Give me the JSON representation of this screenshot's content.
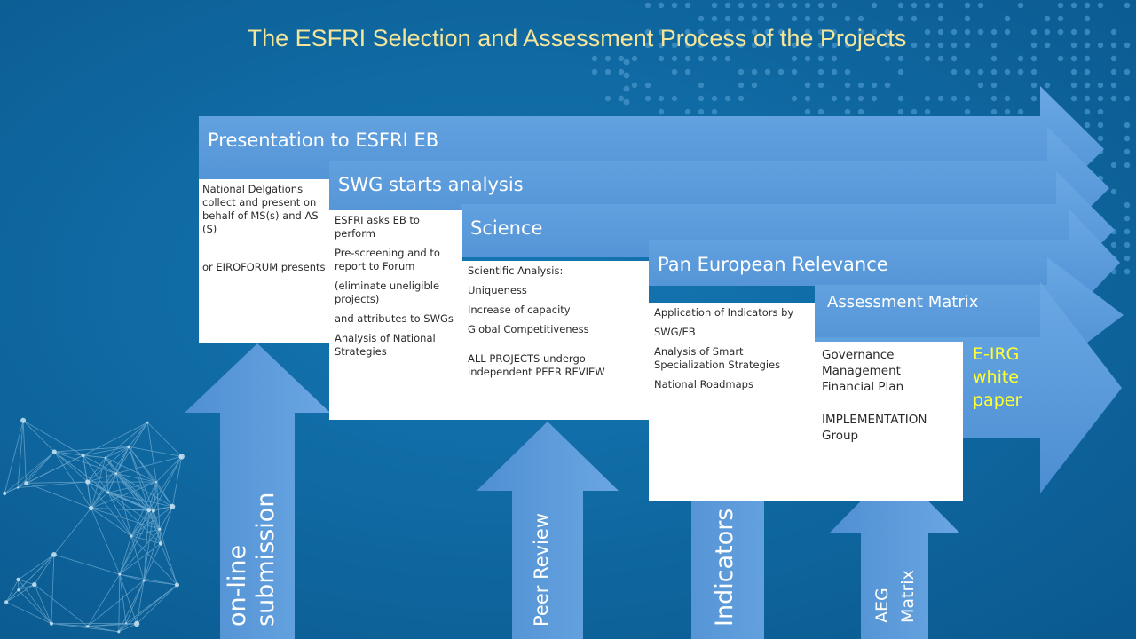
{
  "title": "The ESFRI Selection and Assessment Process of the Projects",
  "stages": [
    {
      "label": "Presentation to ESFRI EB",
      "box": [
        "National Delgations collect and present on behalf of MS(s) and AS (S)",
        "or EIROFORUM presents"
      ]
    },
    {
      "label": "SWG starts analysis",
      "box": [
        "ESFRI asks EB to perform",
        "Pre-screening and to report to Forum",
        "(eliminate uneligible projects)",
        "and attributes to SWGs",
        "Analysis of National Strategies"
      ]
    },
    {
      "label": "Science",
      "box": [
        "Scientific Analysis:",
        "Uniqueness",
        "Increase of capacity",
        "Global Competitiveness",
        "ALL PROJECTS undergo independent  PEER REVIEW"
      ]
    },
    {
      "label": "Pan European Relevance",
      "box": [
        "Application of Indicators by",
        "SWG/EB",
        "Analysis of Smart Specialization Strategies",
        "National Roadmaps"
      ]
    },
    {
      "label": "Assessment Matrix",
      "box": [
        "Governance",
        "Management",
        "Financial Plan",
        "IMPLEMENTATION Group"
      ]
    }
  ],
  "final_note": "E-IRG white paper",
  "inputs": [
    "on-line submission",
    "Peer Review",
    "Indicators",
    "AEG Matrix"
  ],
  "colors": {
    "background": "#0d6aa3",
    "arrow": "#5d9cdc",
    "title": "#f4e59a",
    "note": "#ffff33"
  }
}
